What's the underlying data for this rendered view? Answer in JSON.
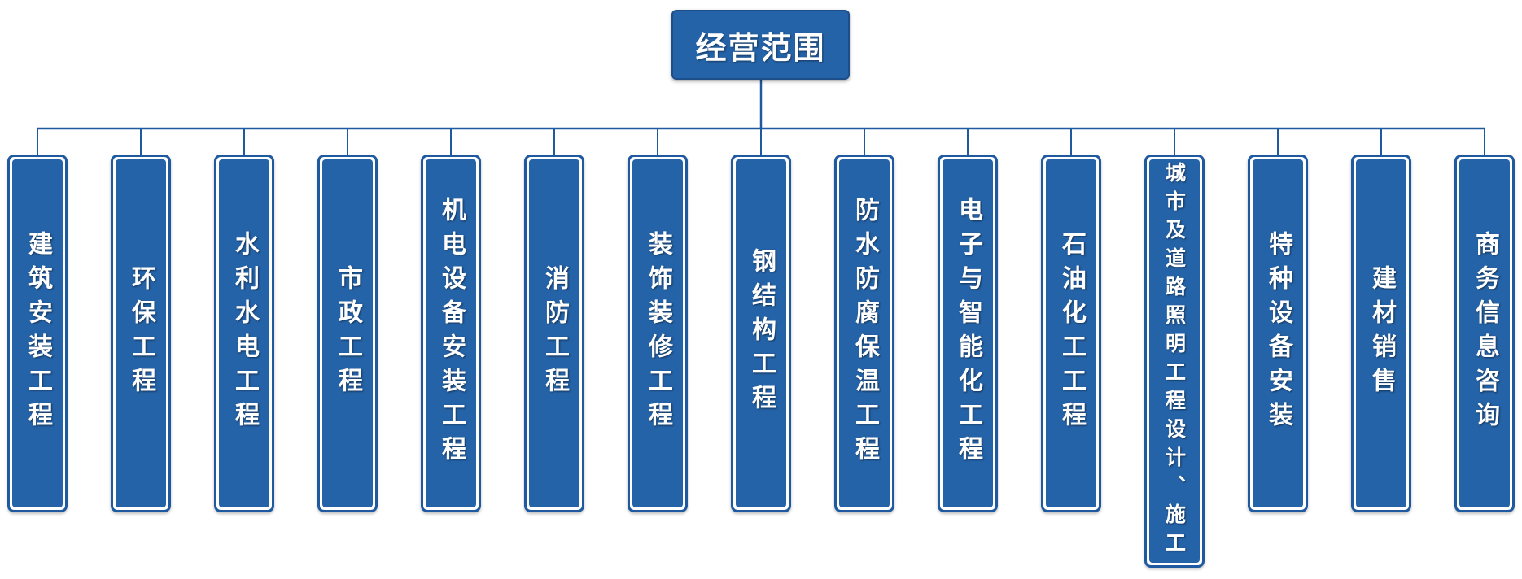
{
  "diagram": {
    "root": {
      "label": "经营范围"
    },
    "children": [
      {
        "label": "建筑安装工程"
      },
      {
        "label": "环保工程"
      },
      {
        "label": "水利水电工程"
      },
      {
        "label": "市政工程"
      },
      {
        "label": "机电设备安装工程"
      },
      {
        "label": "消防工程"
      },
      {
        "label": "装饰装修工程"
      },
      {
        "label": "钢结构工程"
      },
      {
        "label": "防水防腐保温工程"
      },
      {
        "label": "电子与智能化工程"
      },
      {
        "label": "石油化工工程"
      },
      {
        "label": "城市及道路照明工程设计、施工"
      },
      {
        "label": "特种设备安装"
      },
      {
        "label": "建材销售"
      },
      {
        "label": "商务信息咨询"
      }
    ],
    "colors": {
      "box_fill": "#2563a8",
      "box_border": "#1f5aa0",
      "connector": "#1f5aa0",
      "text": "#ffffff"
    }
  }
}
